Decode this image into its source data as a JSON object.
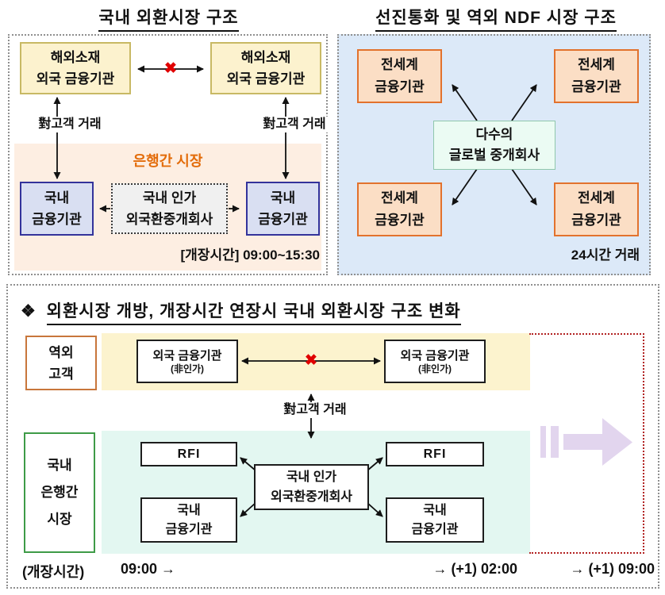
{
  "colors": {
    "yellow_box_fill": "#FCF2CE",
    "yellow_box_border": "#C8B964",
    "peach_band": "#FDEEE2",
    "interbank_market_text": "#E36C0A",
    "blue_box_fill": "#D9DFF2",
    "blue_box_border": "#33339B",
    "broker_box_fill": "#F0F0F0",
    "ndf_panel_bg": "#DCE9F8",
    "orange_box_fill": "#FBDEC5",
    "orange_box_border": "#E2722D",
    "global_broker_fill": "#EBFBF3",
    "global_broker_border": "#8FC7AC",
    "yellow_band": "#FCF3CE",
    "mint_band": "#E3F7F1",
    "offshore_box_border": "#C8763B",
    "interbank_box_border": "#3E9B47",
    "blocked_x": "#E00000",
    "extension_dotted_border": "#B22222",
    "fast_forward_arrow": "#E2D5EE"
  },
  "icons": {
    "blocked_x": "✖"
  },
  "domestic_panel": {
    "title": "국내 외환시장 구조",
    "overseas_box_left": "해외소재\n외국 금융기관",
    "overseas_box_right": "해외소재\n외국 금융기관",
    "customer_deal_left": "對고객 거래",
    "customer_deal_right": "對고객 거래",
    "interbank_market_label": "은행간 시장",
    "domestic_box_left": "국내\n금융기관",
    "domestic_box_right": "국내\n금융기관",
    "broker_box": "국내 인가\n외국환중개회사",
    "hours": "[개장시간] 09:00~15:30"
  },
  "ndf_panel": {
    "title": "선진통화 및 역외 NDF 시장 구조",
    "global_box_top_left": "전세계\n금융기관",
    "global_box_top_right": "전세계\n금융기관",
    "global_box_bottom_left": "전세계\n금융기관",
    "global_box_bottom_right": "전세계\n금융기관",
    "global_broker_box": "다수의\n글로벌 중개회사",
    "hours": "24시간 거래"
  },
  "change_panel": {
    "bullet": "❖",
    "title": "외환시장 개방, 개장시간 연장시 국내 외환시장 구조 변화",
    "offshore_customer_box": "역외\n고객",
    "foreign_box_left": "외국 금융기관",
    "foreign_box_left_sub": "(非인가)",
    "foreign_box_right": "외국 금융기관",
    "foreign_box_right_sub": "(非인가)",
    "customer_deal": "對고객 거래",
    "interbank_box": "국내\n은행간\n시장",
    "rfi_left": "RFI",
    "rfi_right": "RFI",
    "domestic_box_left": "국내\n금융기관",
    "domestic_box_right": "국내\n금융기관",
    "broker_box": "국내 인가\n외국환중개회사",
    "hours_label": "(개장시간)",
    "hours_start": "09:00 →",
    "hours_mid": "→ (+1) 02:00",
    "hours_end": "→ (+1) 09:00"
  }
}
